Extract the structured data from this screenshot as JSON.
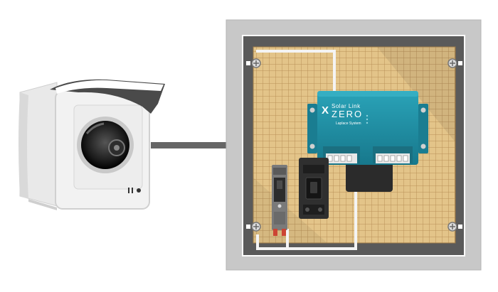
{
  "device": {
    "brand_line": "Solar Link",
    "model": "ZERO",
    "maker": "Laplace System"
  },
  "colors": {
    "enclosure_frame": "#c8c8c8",
    "enclosure_inner": "#5a5a5a",
    "mounting_board": "#e3c489",
    "board_grid": "#b89058",
    "device_body": "#1f8fa6",
    "cable": "#666666",
    "camera_body": "#f2f2f2",
    "camera_hood": "#4a4a4a"
  },
  "icons": [
    "security-camera-icon",
    "screw-icon",
    "circuit-breaker-icon",
    "din-rail-relay-icon",
    "terminal-block-icon"
  ]
}
